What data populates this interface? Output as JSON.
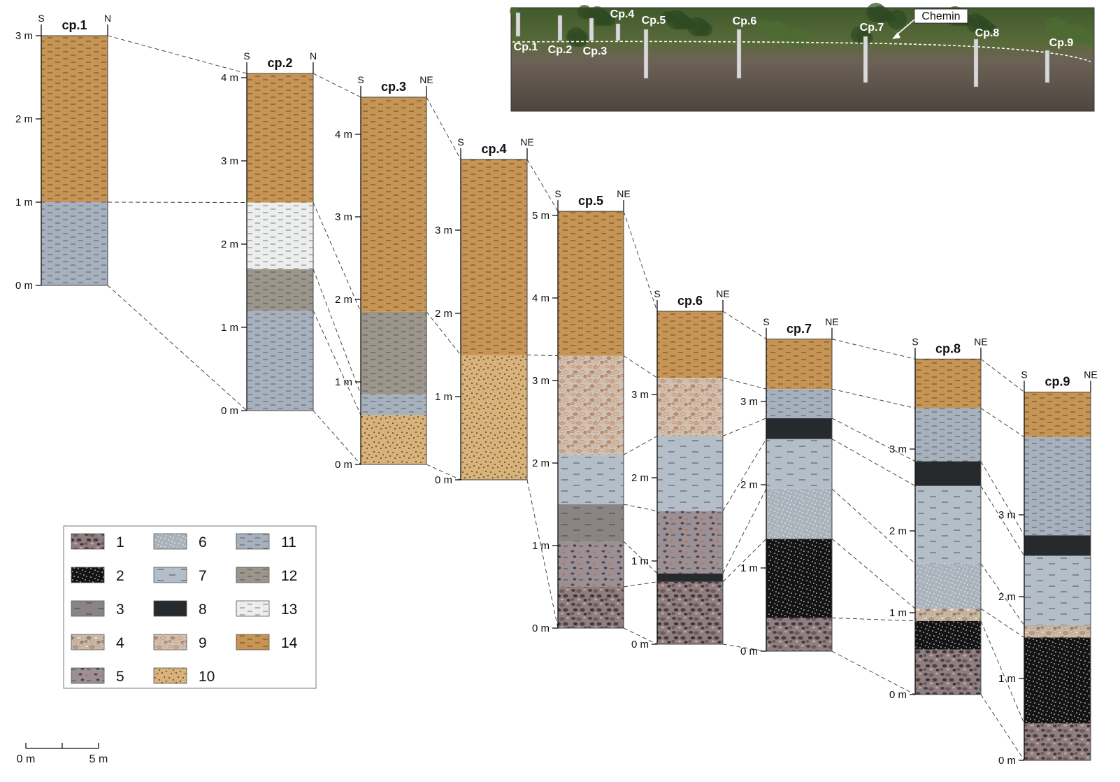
{
  "lithology_colors": {
    "1": "#6e5a5e",
    "2": "#141414",
    "3": "#8a8584",
    "4": "#c9ad8f",
    "5": "#8d7f83",
    "6": "#aab2bb",
    "7": "#b4bec8",
    "8": "#262a2c",
    "9": "#e8b893",
    "10": "#d8b279",
    "11": "#a7b1bd",
    "12": "#9b958b",
    "13": "#eceded",
    "14": "#c69454"
  },
  "columns": [
    {
      "label": "cp.1",
      "left_dir": "S",
      "right_dir": "N",
      "tick_labels": [
        "0 m",
        "1 m",
        "2 m",
        "3 m"
      ],
      "layers": [
        {
          "type": "11",
          "from": 0,
          "to": 1
        },
        {
          "type": "14",
          "from": 1,
          "to": 3
        }
      ]
    },
    {
      "label": "cp.2",
      "left_dir": "S",
      "right_dir": "N",
      "tick_labels": [
        "0 m",
        "1 m",
        "2 m",
        "3 m",
        "4 m"
      ],
      "layers": [
        {
          "type": "11",
          "from": 0,
          "to": 1.2
        },
        {
          "type": "12",
          "from": 1.2,
          "to": 1.7
        },
        {
          "type": "13",
          "from": 1.7,
          "to": 2.5
        },
        {
          "type": "14",
          "from": 2.5,
          "to": 4.05
        }
      ]
    },
    {
      "label": "cp.3",
      "left_dir": "S",
      "right_dir": "NE",
      "tick_labels": [
        "0 m",
        "1 m",
        "2 m",
        "3 m",
        "4 m"
      ],
      "layers": [
        {
          "type": "10",
          "from": 0,
          "to": 0.6
        },
        {
          "type": "11",
          "from": 0.6,
          "to": 0.85
        },
        {
          "type": "12",
          "from": 0.85,
          "to": 1.85
        },
        {
          "type": "14",
          "from": 1.85,
          "to": 4.45
        }
      ]
    },
    {
      "label": "cp.4",
      "left_dir": "S",
      "right_dir": "NE",
      "tick_labels": [
        "0 m",
        "1 m",
        "2 m",
        "3 m"
      ],
      "layers": [
        {
          "type": "10",
          "from": 0,
          "to": 1.5
        },
        {
          "type": "14",
          "from": 1.5,
          "to": 3.85
        }
      ]
    },
    {
      "label": "cp.5",
      "left_dir": "S",
      "right_dir": "NE",
      "tick_labels": [
        "0 m",
        "1 m",
        "2 m",
        "3 m",
        "4 m",
        "5 m"
      ],
      "layers": [
        {
          "type": "1",
          "from": 0,
          "to": 0.5
        },
        {
          "type": "5",
          "from": 0.5,
          "to": 1.05
        },
        {
          "type": "3",
          "from": 1.05,
          "to": 1.5
        },
        {
          "type": "7",
          "from": 1.5,
          "to": 2.1
        },
        {
          "type": "9",
          "from": 2.1,
          "to": 3.3
        },
        {
          "type": "14",
          "from": 3.3,
          "to": 5.05
        }
      ]
    },
    {
      "label": "cp.6",
      "left_dir": "S",
      "right_dir": "NE",
      "tick_labels": [
        "0 m",
        "1 m",
        "2 m",
        "3 m"
      ],
      "layers": [
        {
          "type": "1",
          "from": 0,
          "to": 0.75
        },
        {
          "type": "8",
          "from": 0.75,
          "to": 0.85
        },
        {
          "type": "5",
          "from": 0.85,
          "to": 1.6
        },
        {
          "type": "7",
          "from": 1.6,
          "to": 2.5
        },
        {
          "type": "9",
          "from": 2.5,
          "to": 3.2
        },
        {
          "type": "14",
          "from": 3.2,
          "to": 4.0
        }
      ]
    },
    {
      "label": "cp.7",
      "left_dir": "S",
      "right_dir": "NE",
      "tick_labels": [
        "0 m",
        "1 m",
        "2 m",
        "3 m"
      ],
      "layers": [
        {
          "type": "1",
          "from": 0,
          "to": 0.4
        },
        {
          "type": "2",
          "from": 0.4,
          "to": 1.35
        },
        {
          "type": "6",
          "from": 1.35,
          "to": 1.95
        },
        {
          "type": "7",
          "from": 1.95,
          "to": 2.55
        },
        {
          "type": "8",
          "from": 2.55,
          "to": 2.8
        },
        {
          "type": "11",
          "from": 2.8,
          "to": 3.15
        },
        {
          "type": "14",
          "from": 3.15,
          "to": 3.75
        }
      ]
    },
    {
      "label": "cp.8",
      "left_dir": "S",
      "right_dir": "NE",
      "tick_labels": [
        "0 m",
        "1 m",
        "2 m",
        "3 m"
      ],
      "layers": [
        {
          "type": "1",
          "from": 0,
          "to": 0.55
        },
        {
          "type": "2",
          "from": 0.55,
          "to": 0.9
        },
        {
          "type": "4",
          "from": 0.9,
          "to": 1.05
        },
        {
          "type": "6",
          "from": 1.05,
          "to": 1.6
        },
        {
          "type": "7",
          "from": 1.6,
          "to": 2.55
        },
        {
          "type": "8",
          "from": 2.55,
          "to": 2.85
        },
        {
          "type": "11",
          "from": 2.85,
          "to": 3.5
        },
        {
          "type": "14",
          "from": 3.5,
          "to": 4.1
        }
      ]
    },
    {
      "label": "cp.9",
      "left_dir": "S",
      "right_dir": "NE",
      "tick_labels": [
        "0 m",
        "1 m",
        "2 m",
        "3 m"
      ],
      "layers": [
        {
          "type": "1",
          "from": 0,
          "to": 0.45
        },
        {
          "type": "2",
          "from": 0.45,
          "to": 1.5
        },
        {
          "type": "4",
          "from": 1.5,
          "to": 1.65
        },
        {
          "type": "7",
          "from": 1.65,
          "to": 2.5
        },
        {
          "type": "8",
          "from": 2.5,
          "to": 2.75
        },
        {
          "type": "11",
          "from": 2.75,
          "to": 3.95
        },
        {
          "type": "14",
          "from": 3.95,
          "to": 4.5
        }
      ]
    }
  ],
  "legend": [
    "1",
    "2",
    "3",
    "4",
    "5",
    "6",
    "7",
    "8",
    "9",
    "10",
    "11",
    "12",
    "13",
    "14"
  ],
  "photo": {
    "labels": [
      "Cp.1",
      "Cp.2",
      "Cp.3",
      "Cp.4",
      "Cp.5",
      "Cp.6",
      "Cp.7",
      "Cp.8",
      "Cp.9"
    ],
    "chemin": "Chemin"
  },
  "scale_bar": {
    "start": "0 m",
    "end": "5 m"
  }
}
